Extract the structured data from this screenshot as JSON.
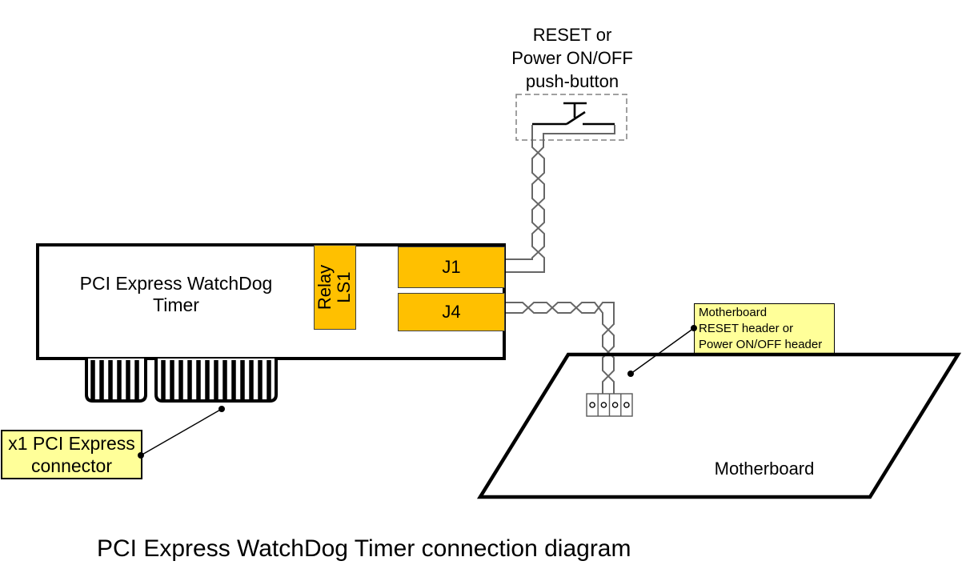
{
  "diagram": {
    "title_caption": "PCI Express WatchDog Timer connection diagram",
    "push_button_label": "RESET or\nPower ON/OFF\npush-button",
    "board_title": "PCI Express WatchDog\nTimer",
    "relay_label": "Relay\nLS1",
    "j1_label": "J1",
    "j4_label": "J4",
    "pcie_connector_label": "x1 PCI Express\nconnector",
    "motherboard_label": "Motherboard",
    "motherboard_header_label": "Motherboard\nRESET header or\nPower ON/OFF header",
    "colors": {
      "component_fill": "#FFC000",
      "callout_note_fill": "#FFFF99",
      "wire_stroke": "#666666",
      "outline_stroke": "#000000"
    }
  }
}
